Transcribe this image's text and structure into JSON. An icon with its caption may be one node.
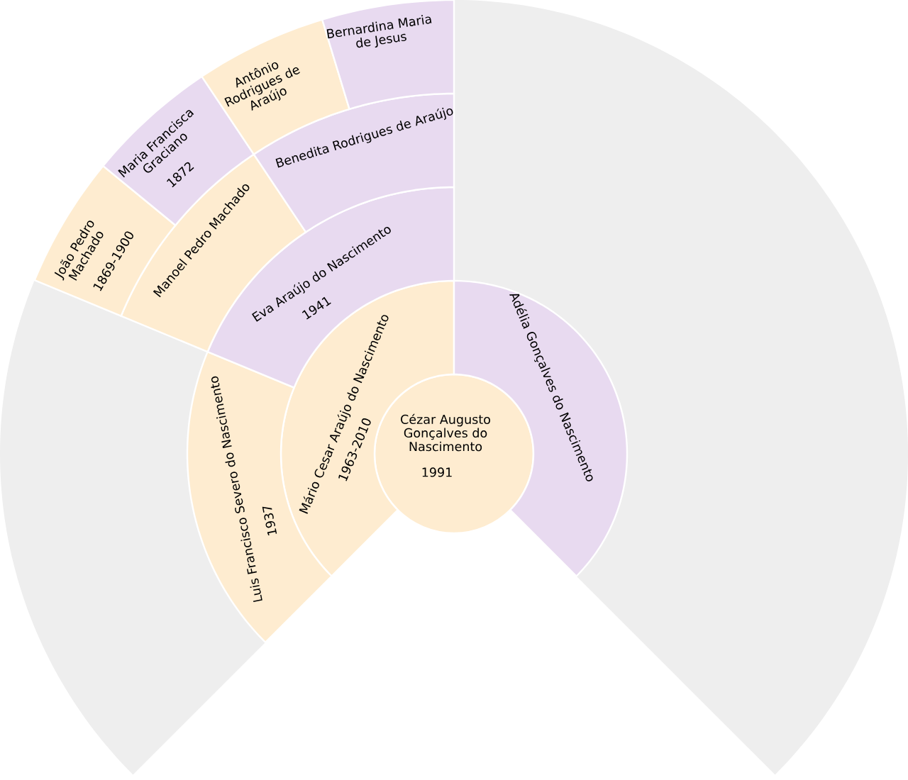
{
  "diagram": {
    "nodes": [
      {
        "text": [
          "Cézar Augusto Gonçalves do Nascimento",
          "1991"
        ]
      },
      {
        "text": [
          "Mário Cesar Araújo do Nascimento",
          "1963-2010"
        ]
      },
      {
        "text": [
          "Adélia Gonçalves do Nascimento"
        ]
      },
      {
        "text": [
          "Luis Francisco Severo do Nascimento",
          "1937"
        ]
      },
      {
        "text": [
          "Eva Araújo do Nascimento",
          "1941"
        ]
      },
      {
        "text": [
          "Manoel Pedro Machado"
        ]
      },
      {
        "text": [
          "Benedita Rodrigues de Araújo"
        ]
      },
      {
        "text": [
          "João Pedro Machado",
          "1869-1900"
        ]
      },
      {
        "text": [
          "Maria Francisca Graciano",
          "1872"
        ]
      },
      {
        "text": [
          "Antônio Rodrigues de Araújo"
        ]
      },
      {
        "text": [
          "Bernardina Maria de Jesus"
        ]
      }
    ]
  }
}
